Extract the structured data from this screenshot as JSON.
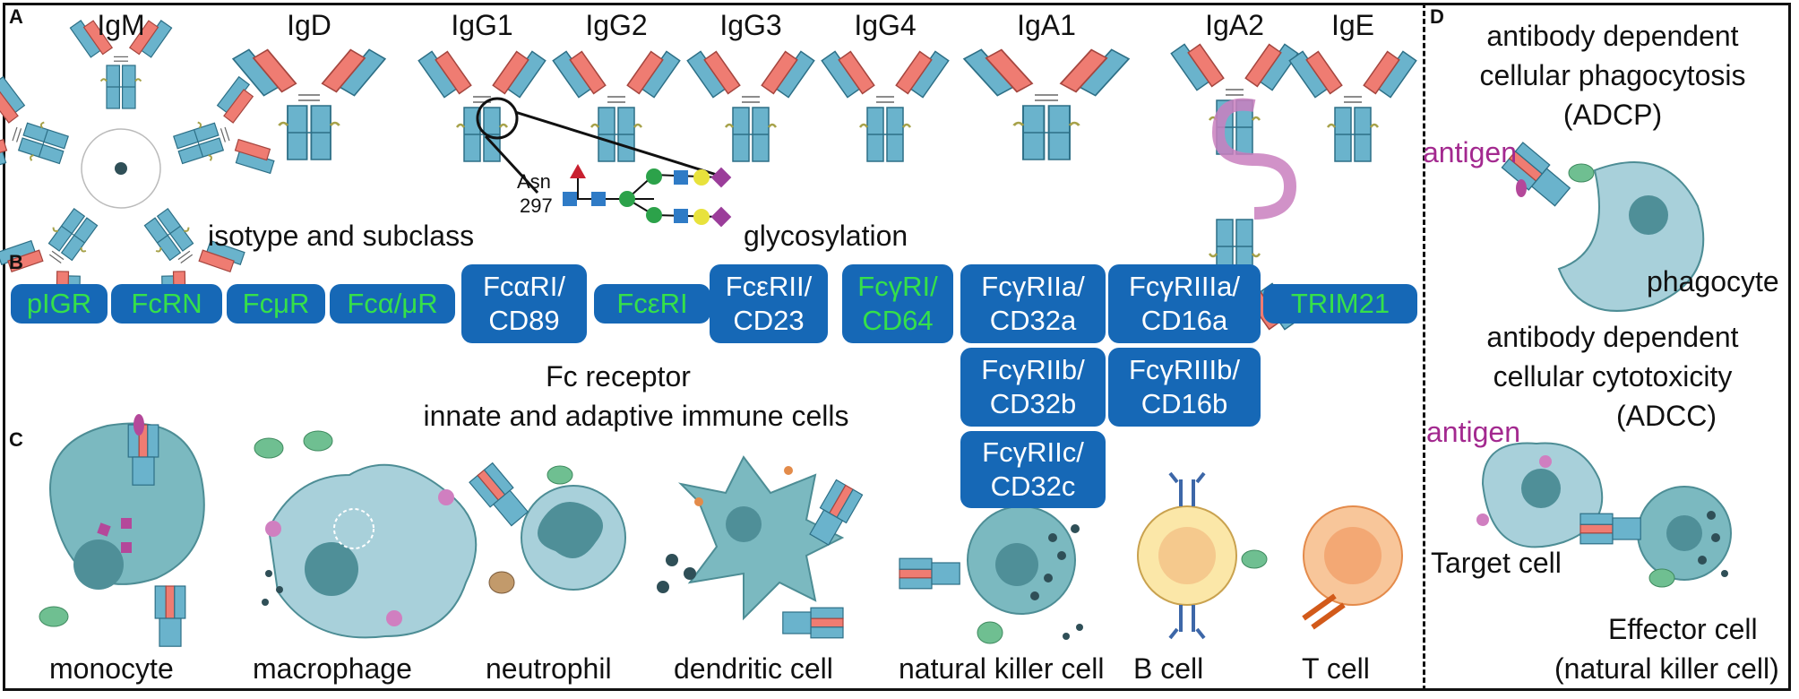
{
  "panels": {
    "a": "A",
    "b": "B",
    "c": "C",
    "d": "D"
  },
  "isotypes": [
    "IgM",
    "IgD",
    "IgG1",
    "IgG2",
    "IgG3",
    "IgG4",
    "IgA1",
    "IgA2",
    "IgE"
  ],
  "panel_a": {
    "isotype_caption": "isotype and subclass",
    "glycosylation": "glycosylation",
    "asn": "Asn",
    "asn_num": "297"
  },
  "receptors": [
    {
      "l1": "pIGR",
      "l2": ""
    },
    {
      "l1": "FcRN",
      "l2": ""
    },
    {
      "l1": "FcμR",
      "l2": ""
    },
    {
      "l1": "Fcα/μR",
      "l2": ""
    },
    {
      "l1": "FcαRI/",
      "l2": "CD89"
    },
    {
      "l1": "FcεRI",
      "l2": ""
    },
    {
      "l1": "FcεRII/",
      "l2": "CD23"
    },
    {
      "l1": "FcγRI/",
      "l2": "CD64"
    },
    {
      "l1": "FcγRIIa/",
      "l2": "CD32a"
    },
    {
      "l1": "FcγRIIb/",
      "l2": "CD32b"
    },
    {
      "l1": "FcγRIIc/",
      "l2": "CD32c"
    },
    {
      "l1": "FcγRIIIa/",
      "l2": "CD16a"
    },
    {
      "l1": "FcγRIIIb/",
      "l2": "CD16b"
    },
    {
      "l1": "TRIM21",
      "l2": ""
    }
  ],
  "panel_b": {
    "line1": "Fc receptor",
    "line2": "innate and adaptive immune cells"
  },
  "cells": [
    "monocyte",
    "macrophage",
    "neutrophil",
    "dendritic cell",
    "natural killer cell",
    "B cell",
    "T cell"
  ],
  "panel_d": {
    "adcp1": "antibody dependent",
    "adcp2": "cellular phagocytosis",
    "adcp3": "(ADCP)",
    "antigen": "antigen",
    "phagocyte": "phagocyte",
    "adcc1": "antibody dependent",
    "adcc2": "cellular cytotoxicity",
    "adcc3": "(ADCC)",
    "target": "Target cell",
    "effector1": "Effector cell",
    "effector2": "(natural killer cell)"
  },
  "colors": {
    "heavy": "#6ab3cc",
    "light": "#ef7c72",
    "receptor": "#1668b6",
    "receptor_text_green": "#35e04a",
    "cell": "#7bb9c0",
    "antigen_text": "#a3298f"
  }
}
